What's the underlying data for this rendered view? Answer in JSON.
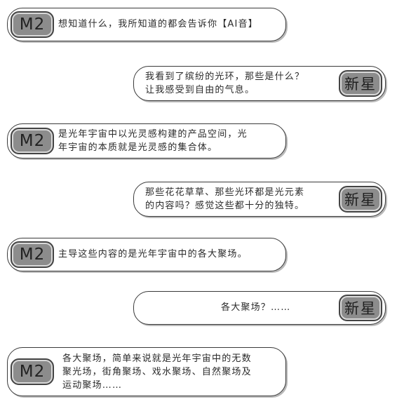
{
  "avatars": {
    "m2": "M2",
    "xinxing": "新星"
  },
  "messages": [
    {
      "speaker": "M2",
      "text": "想知道什么，我所知道的都会告诉你【AI音】"
    },
    {
      "speaker": "新星",
      "text": "我看到了缤纷的光环，那些是什么？\n让我感受到自由的气息。"
    },
    {
      "speaker": "M2",
      "text": "是光年宇宙中以光灵感构建的产品空间，光\n年宇宙的本质就是光灵感的集合体。"
    },
    {
      "speaker": "新星",
      "text": "那些花花草草、那些光环都是光元素\n的内容吗？感觉这些都十分的独特。"
    },
    {
      "speaker": "M2",
      "text": "主导这些内容的是光年宇宙中的各大聚场。"
    },
    {
      "speaker": "新星",
      "text": "各大聚场？……"
    },
    {
      "speaker": "M2",
      "text": "各大聚场，简单来说就是光年宇宙中的无数\n聚光场，街角聚场、戏水聚场、自然聚场及\n运动聚场……"
    }
  ]
}
